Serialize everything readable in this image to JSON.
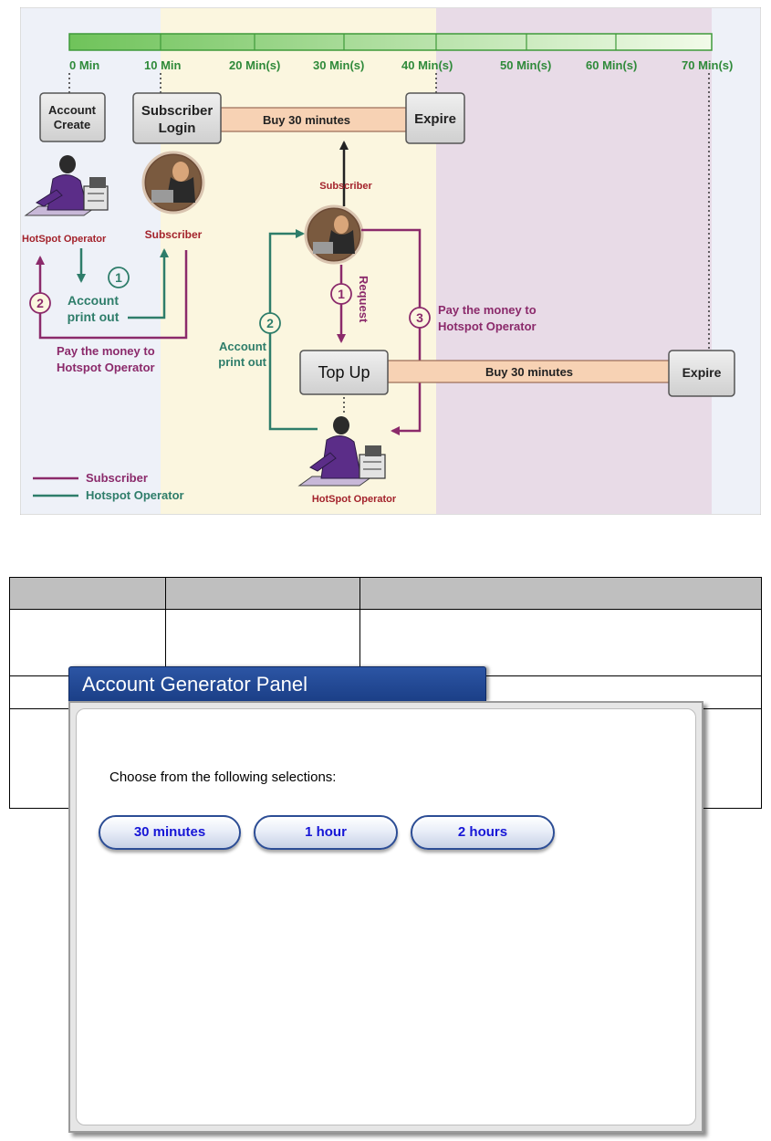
{
  "diagram": {
    "timeline_labels": [
      "0 Min",
      "10 Min",
      "20 Min(s)",
      "30 Min(s)",
      "40 Min(s)",
      "50 Min(s)",
      "60 Min(s)",
      "70 Min(s)"
    ],
    "upper": {
      "account_create": [
        "Account",
        "Create"
      ],
      "subscriber_login": [
        "Subscriber",
        "Login"
      ],
      "buy_bar": "Buy 30 minutes",
      "expire": "Expire",
      "operator_label": "HotSpot Operator",
      "subscriber_label": "Subscriber",
      "step1_num": "1",
      "step2_num": "2",
      "account_printout": [
        "Account",
        "print out"
      ],
      "pay_money": [
        "Pay the money to",
        "Hotspot Operator"
      ]
    },
    "lower": {
      "subscriber_label": "Subscriber",
      "request": "Request",
      "step1_num": "1",
      "step2_num": "2",
      "step3_num": "3",
      "pay_money": [
        "Pay the money to",
        "Hotspot Operator"
      ],
      "account_printout": [
        "Account",
        "print out"
      ],
      "top_up": "Top Up",
      "buy_bar": "Buy 30 minutes",
      "expire": "Expire",
      "operator_label": "HotSpot Operator"
    },
    "legend": [
      {
        "label": "Subscriber",
        "color": "#8b2a6b"
      },
      {
        "label": "Hotspot Operator",
        "color": "#2e7d6a"
      }
    ],
    "colors": {
      "subscriber": "#8b2a6b",
      "operator": "#2e7d6a",
      "label_red": "#a3222b",
      "timeline_green": "#7dc96a",
      "bar_fill": "#f7d2b4"
    }
  },
  "panel": {
    "title": "Account Generator Panel",
    "prompt": "Choose from the following selections:",
    "buttons": [
      "30 minutes",
      "1 hour",
      "2 hours"
    ]
  }
}
